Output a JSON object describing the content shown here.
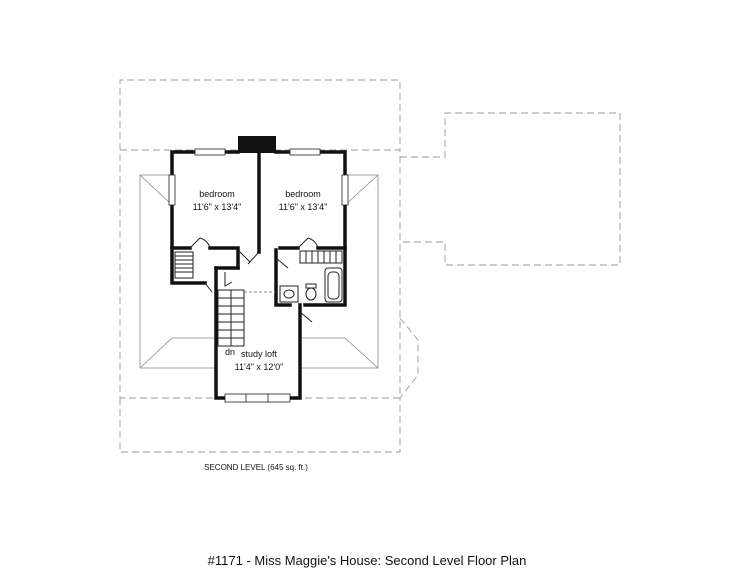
{
  "rooms": [
    {
      "name": "bedroom",
      "size": "11'6\" x 13'4\""
    },
    {
      "name": "bedroom",
      "size": "11'6\" x 13'4\""
    },
    {
      "name": "study loft",
      "size": "11'4\" x 12'0\""
    }
  ],
  "stair_label": "dn",
  "level_caption": "SECOND LEVEL (645 sq. ft.)",
  "plan_title": "#1171 - Miss Maggie's House: Second Level Floor Plan"
}
